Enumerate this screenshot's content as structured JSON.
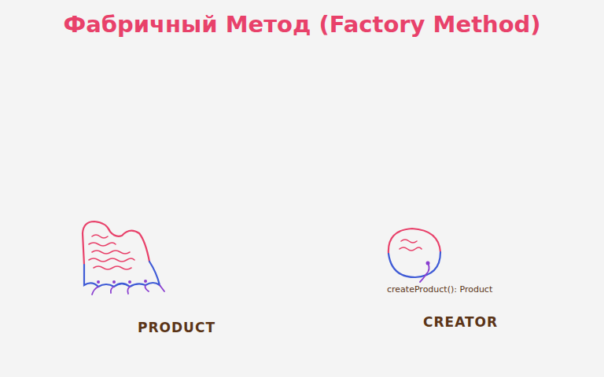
{
  "diagram": {
    "title": "Фабричный Метод (Factory Method)",
    "nodes": [
      {
        "text": [
          "PRODUCT"
        ]
      },
      {
        "text": [
          "createProduct(): Product",
          "CREATOR"
        ]
      }
    ]
  }
}
